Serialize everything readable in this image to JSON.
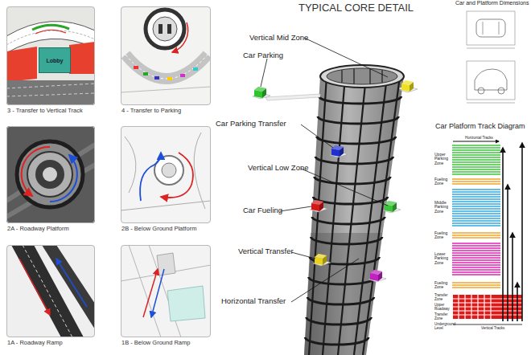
{
  "diagram": {
    "title": "TYPICAL CORE DETAIL",
    "nodes": [
      {
        "text": [
          "3 - Transfer to Vertical Track"
        ]
      },
      {
        "text": [
          "Lobby"
        ],
        "in": 0
      },
      {
        "text": [
          "4 - Transfer to Parking"
        ]
      },
      {
        "text": [
          "2A - Roadway Platform"
        ]
      },
      {
        "text": [
          "2B - Below Ground Platform"
        ]
      },
      {
        "text": [
          "1A - Roadway Ramp"
        ]
      },
      {
        "text": [
          "1B - Below Ground Ramp"
        ]
      }
    ],
    "labels": [
      "Vertical Mid Zone",
      "Car Parking",
      "Car Parking Transfer",
      "Vertical Low Zone",
      "Car Fueling",
      "Vertical Transfer",
      "Horizontal Transfer",
      "Car and Platform Dimensions",
      "Car Platform Track Diagram",
      "Horizontal Tracks",
      "Upper Parking Zone",
      "Fueling Zone",
      "Middle Parking Zone",
      "Fueling Zone",
      "Lower Parking Zone",
      "Fueling Zone",
      "Transfer Zone",
      "Upper Roadway",
      "Transfer Zone",
      "Underground Level",
      "Vertical Tracks"
    ]
  }
}
